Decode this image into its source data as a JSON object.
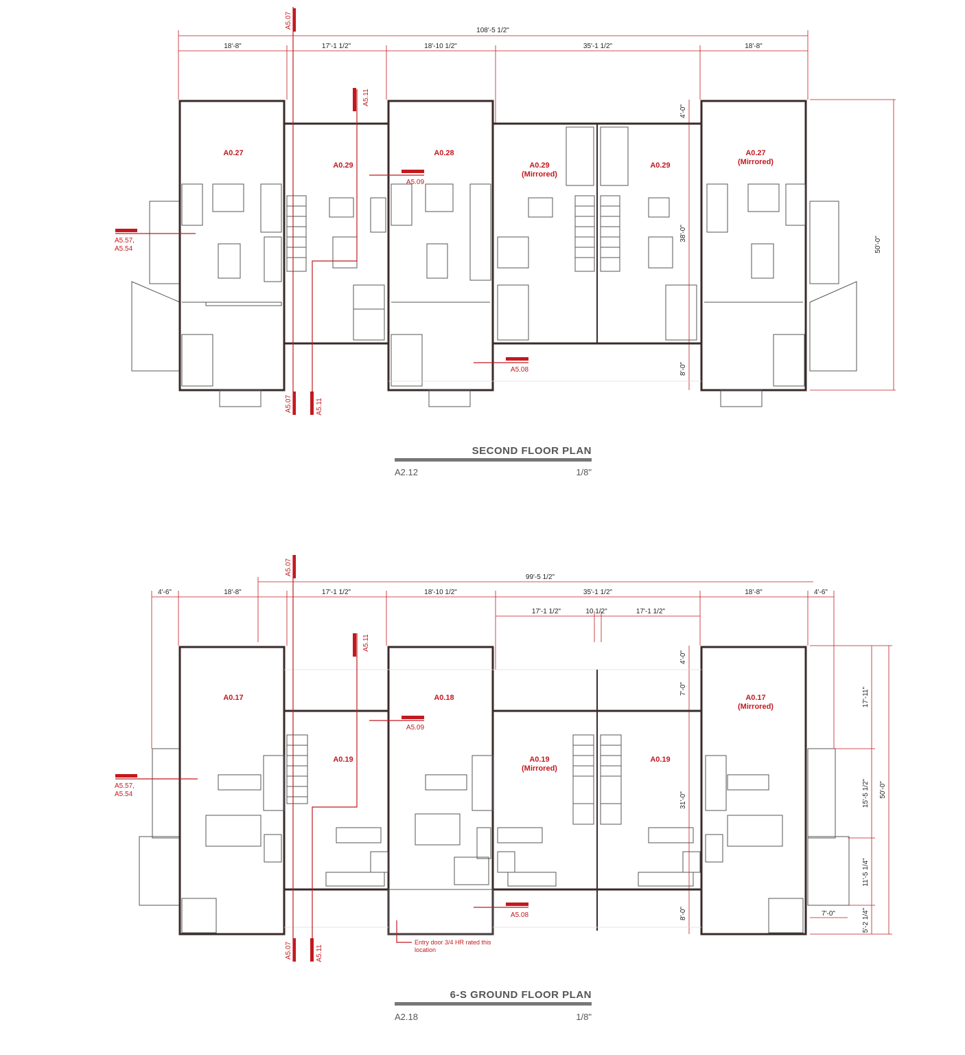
{
  "upper_plan": {
    "overall_dim": "108'-5 1/2\"",
    "top_dims": [
      "18'-8\"",
      "17'-1 1/2\"",
      "18'-10 1/2\"",
      "35'-1 1/2\"",
      "18'-8\""
    ],
    "right_dims": [
      "4'-0\"",
      "38'-0\"",
      "8'-0\"",
      "50'-0\""
    ],
    "units": [
      "A0.27",
      "A0.29",
      "A0.28",
      "A0.29\n(Mirrored)",
      "A0.29",
      "A0.27\n(Mirrored)"
    ],
    "unit_labels": {
      "u1": "A0.27",
      "u2": "A0.29",
      "u3": "A0.28",
      "u4a": "A0.29",
      "u4b": "(Mirrored)",
      "u5": "A0.29",
      "u6a": "A0.27",
      "u6b": "(Mirrored)"
    },
    "section_refs": {
      "a507_top": "A5.07",
      "a507_bottom": "A5.07",
      "a511_top": "A5.11",
      "a511_bottom": "A5.11",
      "a509": "A5.09",
      "a508": "A5.08",
      "a557": "A5.57,",
      "a554": "A5.54"
    },
    "title": "SECOND FLOOR PLAN",
    "sheet": "A2.12",
    "scale": "1/8\""
  },
  "lower_plan": {
    "overall_dim": "99'-5 1/2\"",
    "top_dims": [
      "4'-6\"",
      "18'-8\"",
      "17'-1 1/2\"",
      "18'-10 1/2\"",
      "35'-1 1/2\"",
      "18'-8\"",
      "4'-6\""
    ],
    "sub_dims": [
      "17'-1 1/2\"",
      "10 1/2\"",
      "17'-1 1/2\""
    ],
    "right_dims": [
      "4'-0\"",
      "7'-0\"",
      "31'-0\"",
      "8'-0\"",
      "17'-11\"",
      "15'-5 1/2\"",
      "11'-5 1/4\"",
      "5'-2 1/4\"",
      "50'-0\"",
      "7'-0\""
    ],
    "unit_labels": {
      "u1": "A0.17",
      "u2": "A0.19",
      "u3": "A0.18",
      "u4a": "A0.19",
      "u4b": "(Mirrored)",
      "u5": "A0.19",
      "u6a": "A0.17",
      "u6b": "(Mirrored)"
    },
    "section_refs": {
      "a507_top": "A5.07",
      "a507_bottom": "A5.07",
      "a511_top": "A5.11",
      "a511_bottom": "A5.11",
      "a509": "A5.09",
      "a508": "A5.08",
      "a557": "A5.57,",
      "a554": "A5.54"
    },
    "note_line1": "Entry door 3/4 HR rated this",
    "note_line2": "location",
    "title": "6-S GROUND FLOOR PLAN",
    "sheet": "A2.18",
    "scale": "1/8\""
  },
  "colors": {
    "accent_red": "#c2191f",
    "wall": "#3a2a2a",
    "title_gray": "#555555",
    "title_bar": "#777777"
  }
}
